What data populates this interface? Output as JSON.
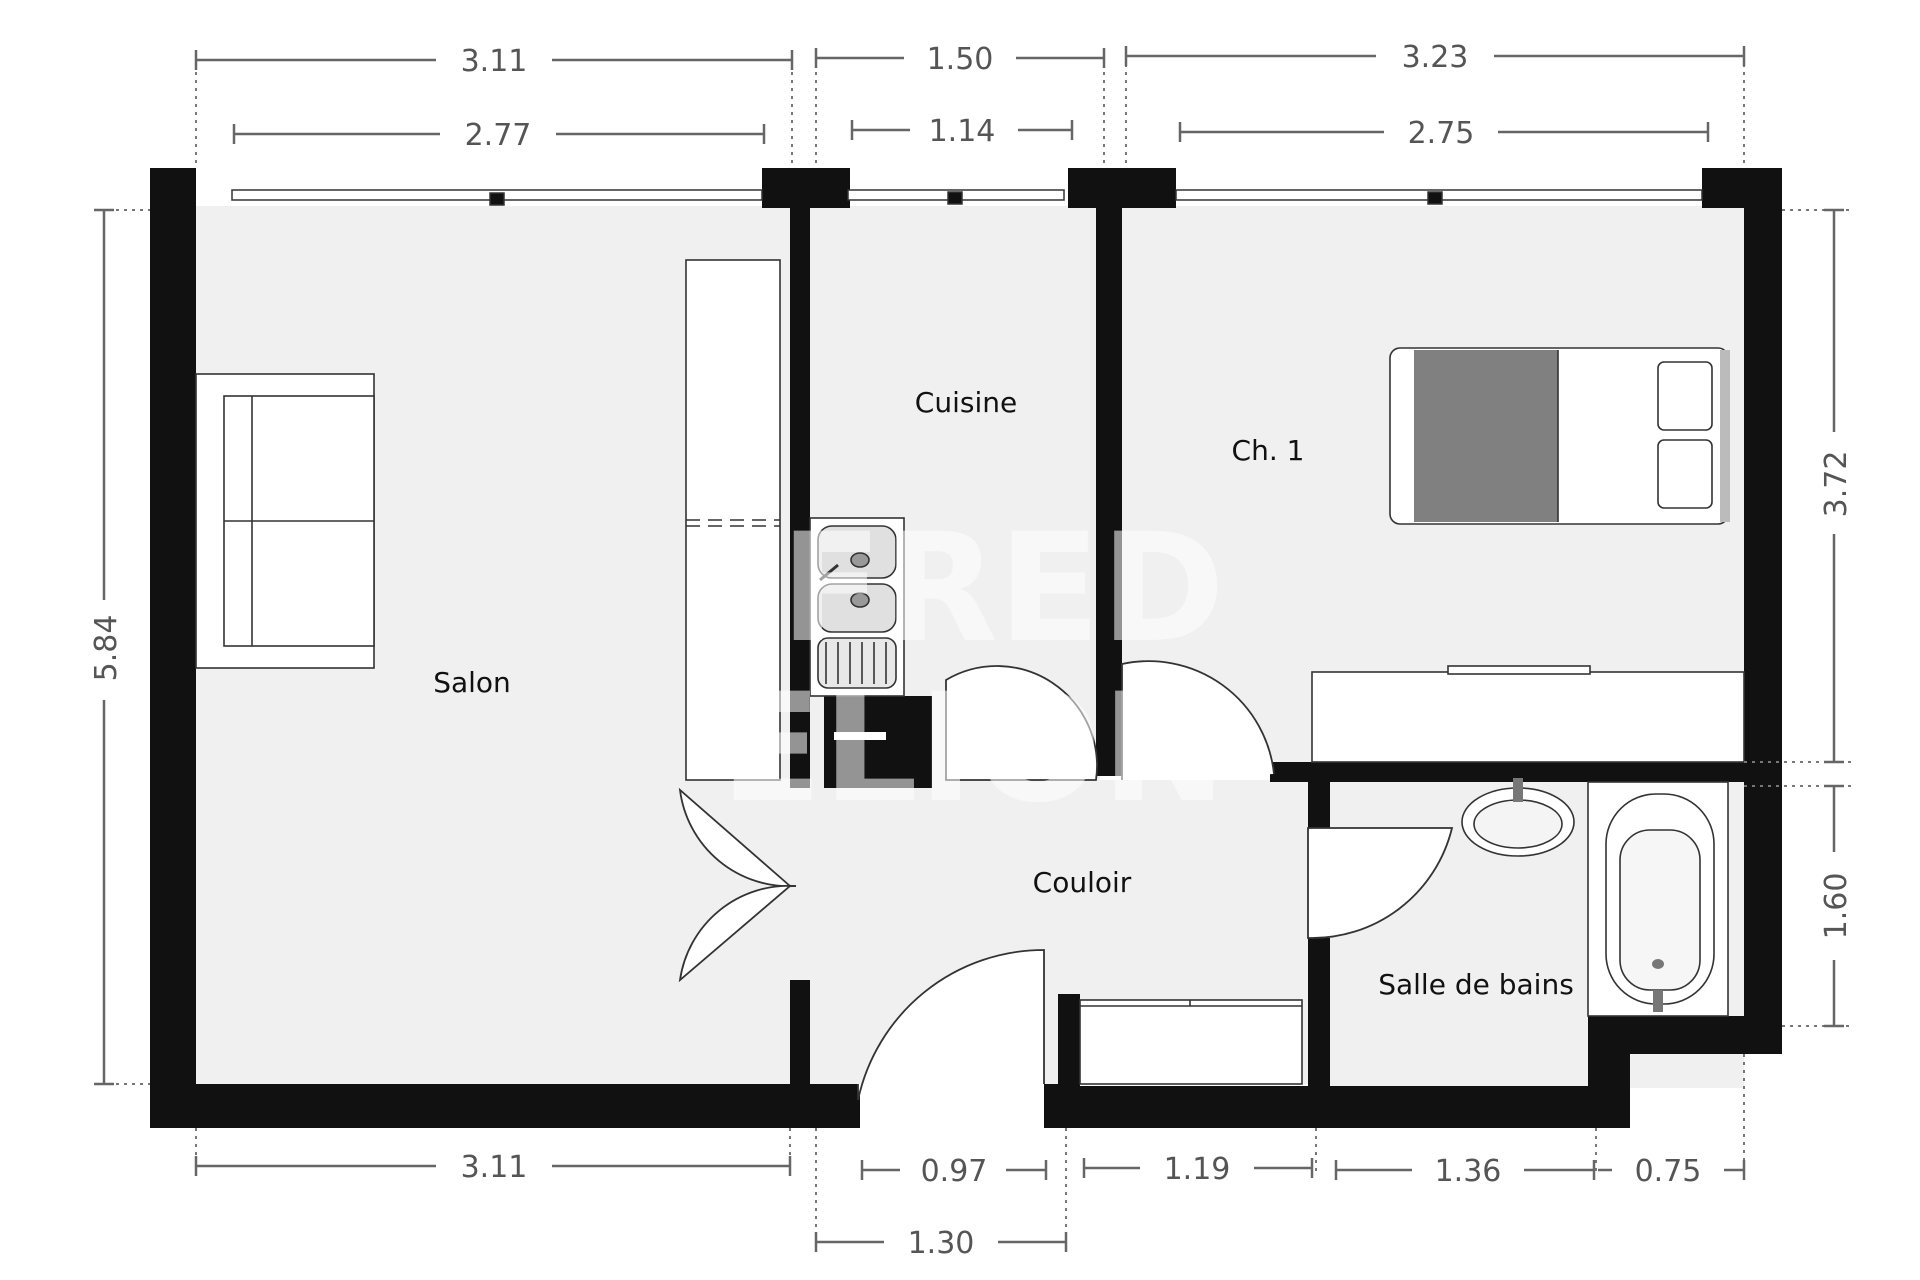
{
  "rooms": {
    "salon": "Salon",
    "cuisine": "Cuisine",
    "chambre": "Ch. 1",
    "couloir": "Couloir",
    "salle_de_bains": "Salle de bains"
  },
  "dimensions": {
    "top_salon_outer": "3.11",
    "top_salon_window": "2.77",
    "top_cuisine_outer": "1.50",
    "top_cuisine_window": "1.14",
    "top_chambre_outer": "3.23",
    "top_chambre_window": "2.75",
    "left_height": "5.84",
    "right_chambre": "3.72",
    "right_bain": "1.60",
    "bottom_salon": "3.11",
    "bottom_entry": "0.97",
    "bottom_closet": "1.19",
    "bottom_bain": "1.36",
    "bottom_bain_step": "0.75",
    "bottom_couloir": "1.30"
  },
  "colors": {
    "wall": "#111111",
    "floor": "#f0f0f0",
    "bed_cover": "#808080",
    "dimension": "#666666"
  }
}
